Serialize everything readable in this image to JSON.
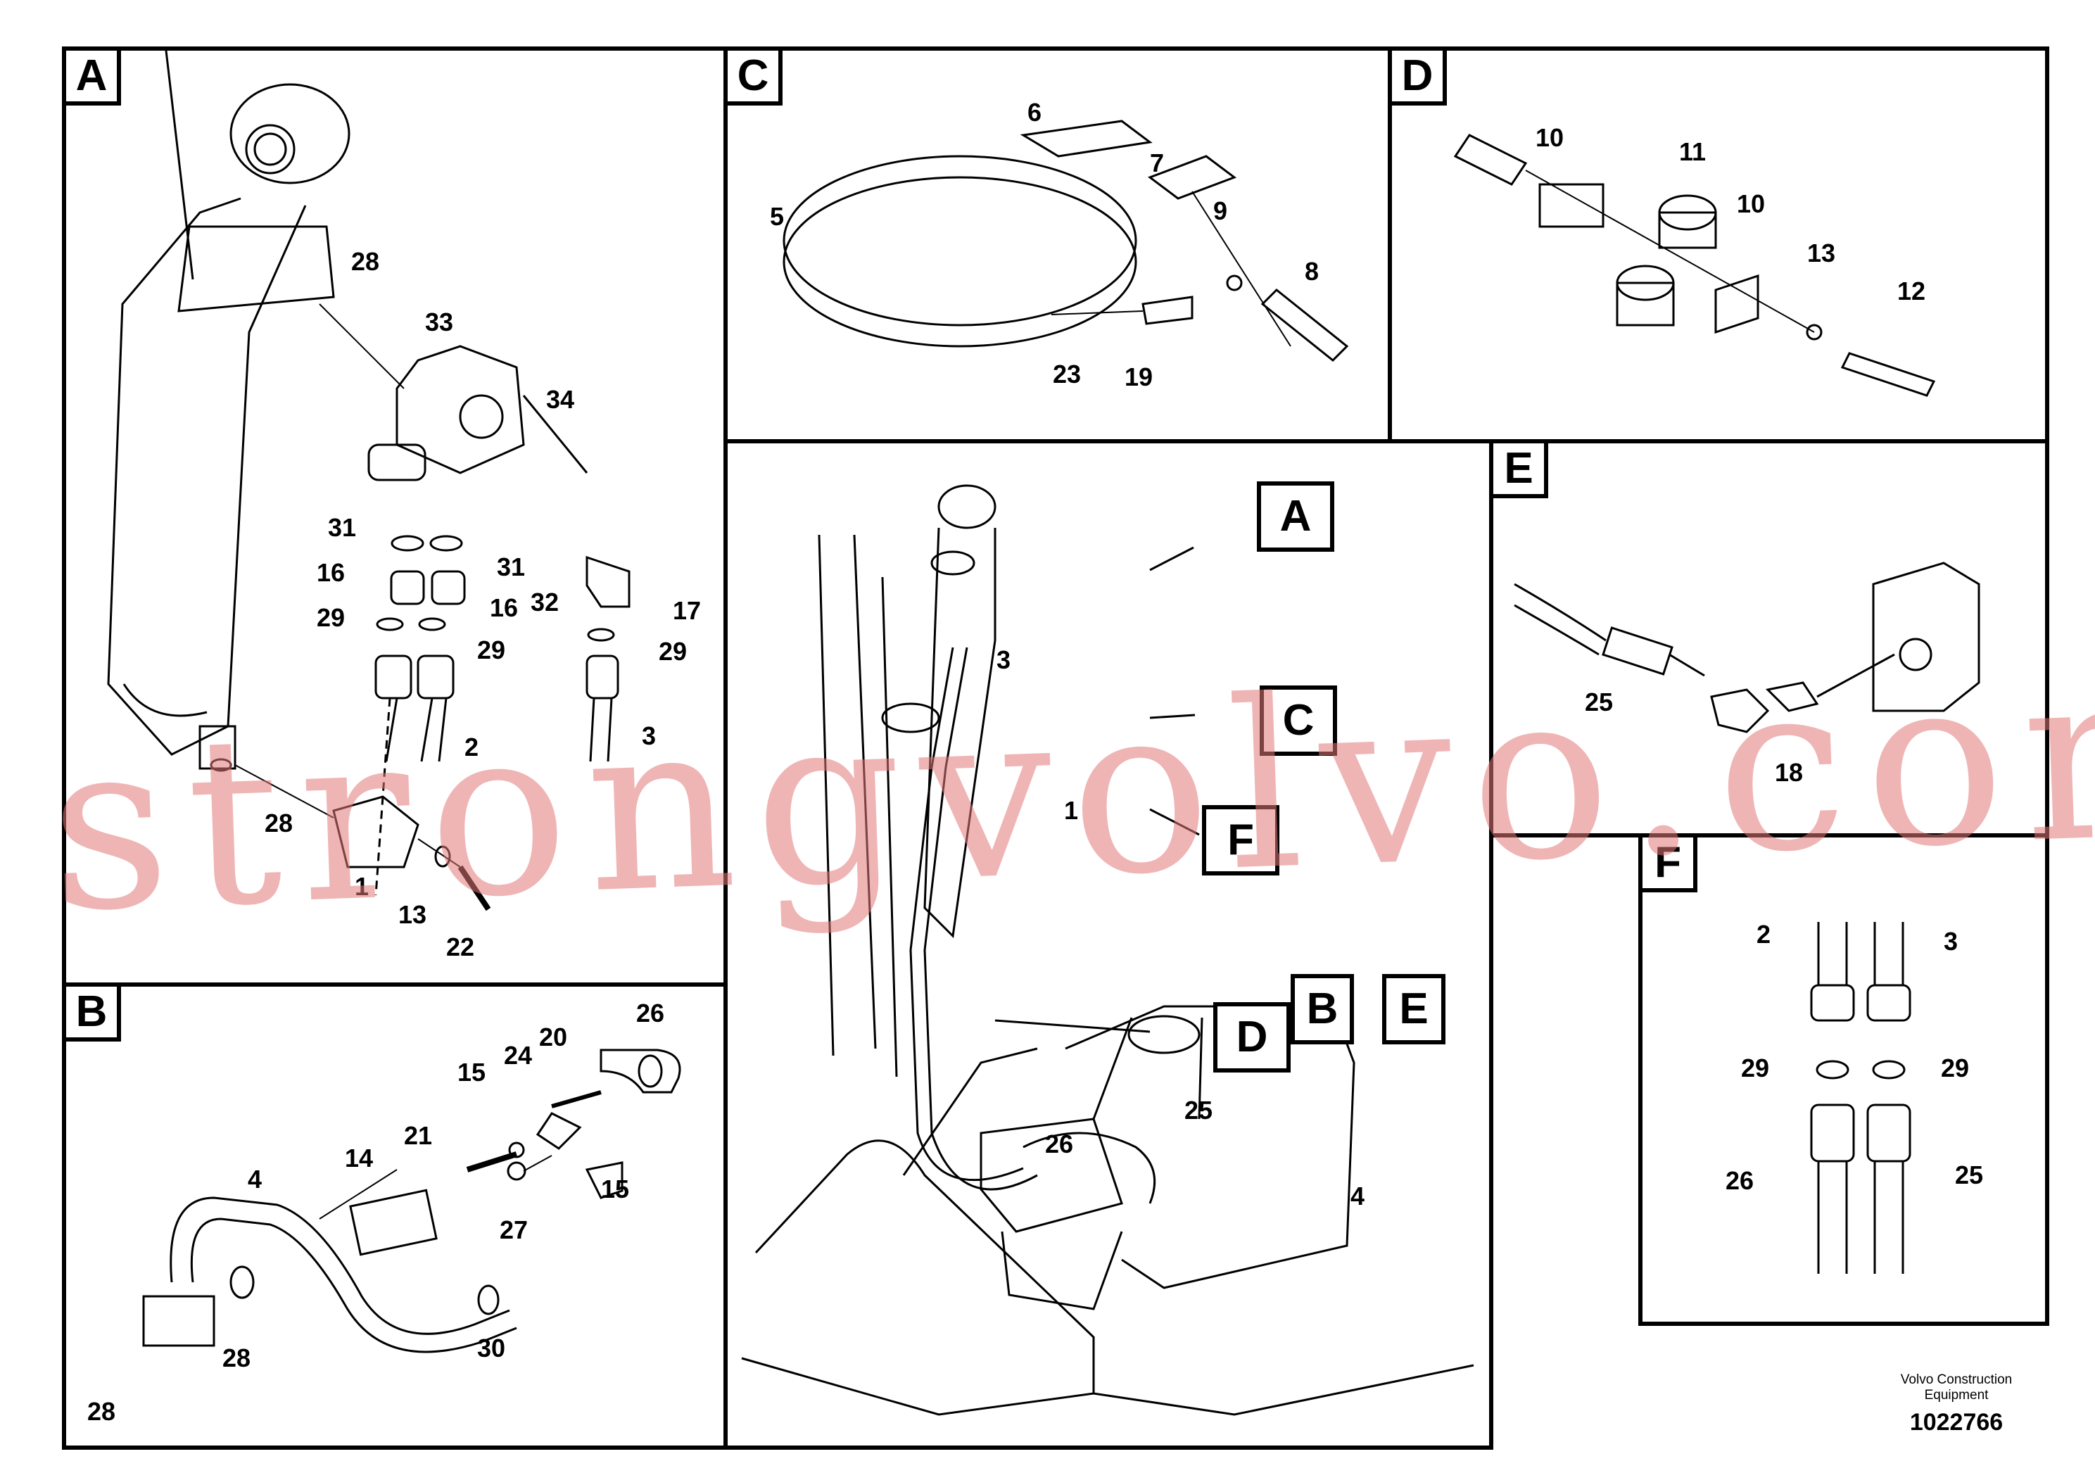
{
  "panels": {
    "A": {
      "label": "A"
    },
    "B": {
      "label": "B"
    },
    "C": {
      "label": "C"
    },
    "D": {
      "label": "D"
    },
    "E": {
      "label": "E"
    },
    "F": {
      "label": "F"
    }
  },
  "callouts": [
    "A",
    "B",
    "C",
    "D",
    "E",
    "F"
  ],
  "part_numbers": {
    "A": [
      "28",
      "33",
      "34",
      "31",
      "31",
      "16",
      "16",
      "32",
      "17",
      "29",
      "29",
      "29",
      "2",
      "3",
      "28",
      "1",
      "13",
      "22"
    ],
    "B": [
      "26",
      "20",
      "24",
      "15",
      "21",
      "14",
      "4",
      "15",
      "27",
      "28",
      "28",
      "30"
    ],
    "C": [
      "6",
      "7",
      "5",
      "9",
      "8",
      "23",
      "19"
    ],
    "D": [
      "10",
      "11",
      "10",
      "13",
      "12"
    ],
    "E": [
      "25",
      "18"
    ],
    "F": [
      "2",
      "3",
      "29",
      "29",
      "26",
      "25"
    ],
    "main": [
      "3",
      "1",
      "25",
      "26",
      "4"
    ]
  },
  "watermark": "strongvolvo.com",
  "footer": {
    "brand": "Volvo Construction\nEquipment",
    "drawing_id": "1022766"
  },
  "colors": {
    "line": "#000000",
    "watermark": "#e27878",
    "background": "#ffffff"
  }
}
